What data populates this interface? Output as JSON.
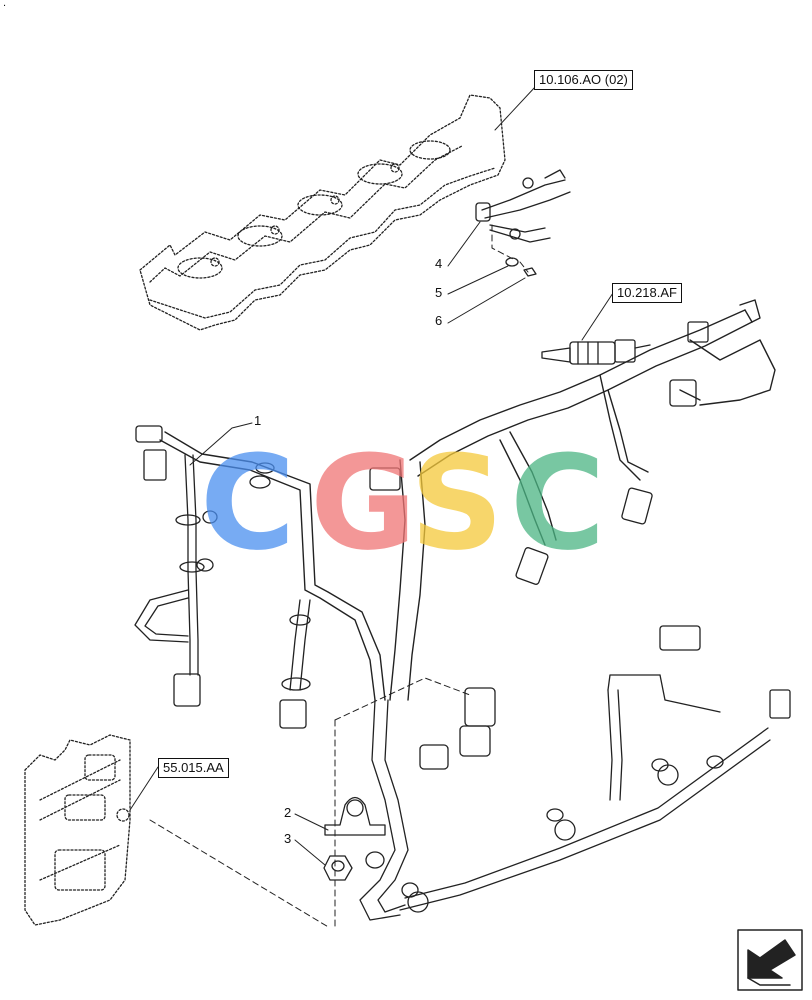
{
  "references": {
    "valve_cover": "10.106.AO (02)",
    "glow_plug": "10.218.AF",
    "ecu": "55.015.AA"
  },
  "callouts": {
    "c1": "1",
    "c2": "2",
    "c3": "3",
    "c4": "4",
    "c5": "5",
    "c6": "6"
  },
  "watermark": {
    "letters": [
      "C",
      "G",
      "S",
      "C"
    ],
    "colors": [
      "#4a8ff0",
      "#f07575",
      "#f5c93a",
      "#4bb584"
    ]
  },
  "corner_mark": "."
}
